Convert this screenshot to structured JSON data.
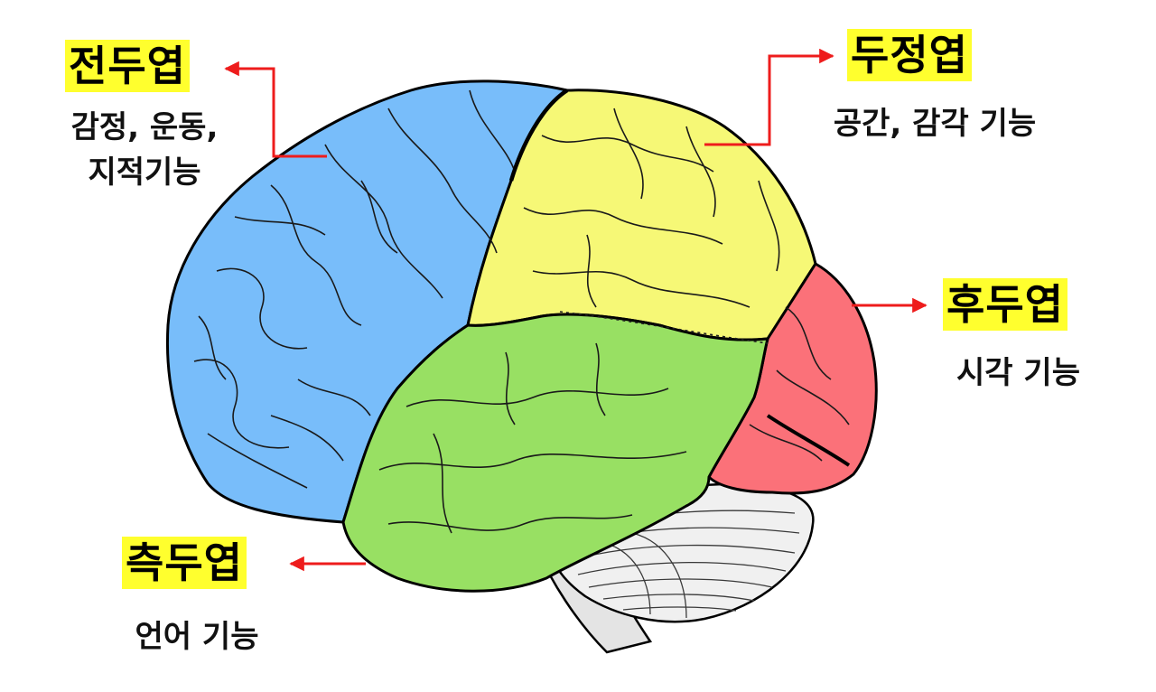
{
  "labels": {
    "frontal": {
      "name": "전두엽",
      "desc_line1": "감정, 운동,",
      "desc_line2": "지적기능"
    },
    "parietal": {
      "name": "두정엽",
      "desc": "공간, 감각 기능"
    },
    "occipital": {
      "name": "후두엽",
      "desc": "시각 기능"
    },
    "temporal": {
      "name": "측두엽",
      "desc": "언어 기능"
    }
  },
  "colors": {
    "frontal": "#78bdfa",
    "parietal": "#f6f876",
    "temporal": "#98e063",
    "occipital": "#fb7179",
    "cerebellum": "#f0f0f0",
    "brainstem": "#e4e4e4",
    "arrow": "#ee1c1c",
    "highlight": "#ffff2e",
    "outline": "#000000"
  }
}
